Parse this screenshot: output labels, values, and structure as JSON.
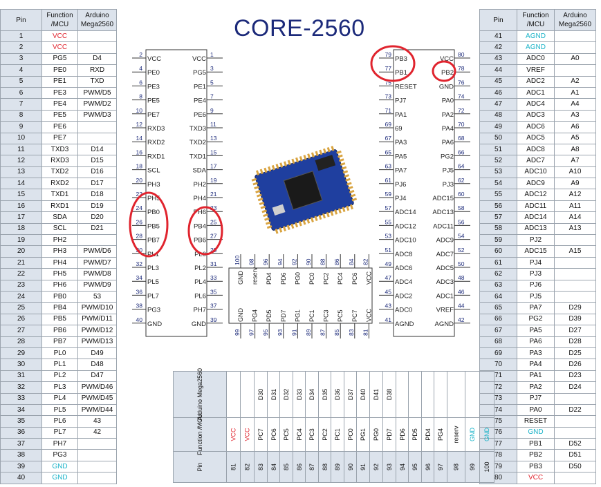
{
  "title": "CORE-2560",
  "colors": {
    "vcc": "#e0242e",
    "gnd": "#19b3c8",
    "title": "#1c2a7a",
    "header": "#dce3ec",
    "circle": "#e0242e",
    "pcb": "#1f3f9f"
  },
  "table_headers": {
    "pin": "Pin",
    "function": "Function /MCU",
    "arduino": "Arduino Mega2560"
  },
  "left_table": [
    [
      "1",
      "VCC",
      ""
    ],
    [
      "2",
      "VCC",
      ""
    ],
    [
      "3",
      "PG5",
      "D4"
    ],
    [
      "4",
      "PE0",
      "RXD"
    ],
    [
      "5",
      "PE1",
      "TXD"
    ],
    [
      "6",
      "PE3",
      "PWM/D5"
    ],
    [
      "7",
      "PE4",
      "PWM/D2"
    ],
    [
      "8",
      "PE5",
      "PWM/D3"
    ],
    [
      "9",
      "PE6",
      ""
    ],
    [
      "10",
      "PE7",
      ""
    ],
    [
      "11",
      "TXD3",
      "D14"
    ],
    [
      "12",
      "RXD3",
      "D15"
    ],
    [
      "13",
      "TXD2",
      "D16"
    ],
    [
      "14",
      "RXD2",
      "D17"
    ],
    [
      "15",
      "TXD1",
      "D18"
    ],
    [
      "16",
      "RXD1",
      "D19"
    ],
    [
      "17",
      "SDA",
      "D20"
    ],
    [
      "18",
      "SCL",
      "D21"
    ],
    [
      "19",
      "PH2",
      ""
    ],
    [
      "20",
      "PH3",
      "PWM/D6"
    ],
    [
      "21",
      "PH4",
      "PWM/D7"
    ],
    [
      "22",
      "PH5",
      "PWM/D8"
    ],
    [
      "23",
      "PH6",
      "PWM/D9"
    ],
    [
      "24",
      "PB0",
      "53"
    ],
    [
      "25",
      "PB4",
      "PWM/D10"
    ],
    [
      "26",
      "PB5",
      "PWM/D11"
    ],
    [
      "27",
      "PB6",
      "PWM/D12"
    ],
    [
      "28",
      "PB7",
      "PWM/D13"
    ],
    [
      "29",
      "PL0",
      "D49"
    ],
    [
      "30",
      "PL1",
      "D48"
    ],
    [
      "31",
      "PL2",
      "D47"
    ],
    [
      "32",
      "PL3",
      "PWM/D46"
    ],
    [
      "33",
      "PL4",
      "PWM/D45"
    ],
    [
      "34",
      "PL5",
      "PWM/D44"
    ],
    [
      "35",
      "PL6",
      "43"
    ],
    [
      "36",
      "PL7",
      "42"
    ],
    [
      "37",
      "PH7",
      ""
    ],
    [
      "38",
      "PG3",
      ""
    ],
    [
      "39",
      "GND",
      ""
    ],
    [
      "40",
      "GND",
      ""
    ]
  ],
  "right_table": [
    [
      "41",
      "AGND",
      ""
    ],
    [
      "42",
      "AGND",
      ""
    ],
    [
      "43",
      "ADC0",
      "A0"
    ],
    [
      "44",
      "VREF",
      ""
    ],
    [
      "45",
      "ADC2",
      "A2"
    ],
    [
      "46",
      "ADC1",
      "A1"
    ],
    [
      "47",
      "ADC4",
      "A4"
    ],
    [
      "48",
      "ADC3",
      "A3"
    ],
    [
      "49",
      "ADC6",
      "A6"
    ],
    [
      "50",
      "ADC5",
      "A5"
    ],
    [
      "51",
      "ADC8",
      "A8"
    ],
    [
      "52",
      "ADC7",
      "A7"
    ],
    [
      "53",
      "ADC10",
      "A10"
    ],
    [
      "54",
      "ADC9",
      "A9"
    ],
    [
      "55",
      "ADC12",
      "A12"
    ],
    [
      "56",
      "ADC11",
      "A11"
    ],
    [
      "57",
      "ADC14",
      "A14"
    ],
    [
      "58",
      "ADC13",
      "A13"
    ],
    [
      "59",
      "PJ2",
      ""
    ],
    [
      "60",
      "ADC15",
      "A15"
    ],
    [
      "61",
      "PJ4",
      ""
    ],
    [
      "62",
      "PJ3",
      ""
    ],
    [
      "63",
      "PJ6",
      ""
    ],
    [
      "64",
      "PJ5",
      ""
    ],
    [
      "65",
      "PA7",
      "D29"
    ],
    [
      "66",
      "PG2",
      "D39"
    ],
    [
      "67",
      "PA5",
      "D27"
    ],
    [
      "68",
      "PA6",
      "D28"
    ],
    [
      "69",
      "PA3",
      "D25"
    ],
    [
      "70",
      "PA4",
      "D26"
    ],
    [
      "71",
      "PA1",
      "D23"
    ],
    [
      "72",
      "PA2",
      "D24"
    ],
    [
      "73",
      "PJ7",
      ""
    ],
    [
      "74",
      "PA0",
      "D22"
    ],
    [
      "75",
      "RESET",
      ""
    ],
    [
      "76",
      "GND",
      ""
    ],
    [
      "77",
      "PB1",
      "D52"
    ],
    [
      "78",
      "PB2",
      "D51"
    ],
    [
      "79",
      "PB3",
      "D50"
    ],
    [
      "80",
      "VCC",
      ""
    ]
  ],
  "left_connector": {
    "outer": [
      [
        "2",
        "VCC"
      ],
      [
        "4",
        "PE0"
      ],
      [
        "6",
        "PE3"
      ],
      [
        "8",
        "PE5"
      ],
      [
        "10",
        "PE7"
      ],
      [
        "12",
        "RXD3"
      ],
      [
        "14",
        "RXD2"
      ],
      [
        "16",
        "RXD1"
      ],
      [
        "18",
        "SCL"
      ],
      [
        "20",
        "PH3"
      ],
      [
        "22",
        "PH5"
      ],
      [
        "24",
        "PB0"
      ],
      [
        "26",
        "PB5"
      ],
      [
        "28",
        "PB7"
      ],
      [
        "30",
        "PL1"
      ],
      [
        "32",
        "PL3"
      ],
      [
        "34",
        "PL5"
      ],
      [
        "36",
        "PL7"
      ],
      [
        "38",
        "PG3"
      ],
      [
        "40",
        "GND"
      ]
    ],
    "inner": [
      [
        "1",
        "VCC"
      ],
      [
        "3",
        "PG5"
      ],
      [
        "5",
        "PE1"
      ],
      [
        "7",
        "PE4"
      ],
      [
        "9",
        "PE6"
      ],
      [
        "11",
        "TXD3"
      ],
      [
        "13",
        "TXD2"
      ],
      [
        "15",
        "TXD1"
      ],
      [
        "17",
        "SDA"
      ],
      [
        "19",
        "PH2"
      ],
      [
        "21",
        "PH4"
      ],
      [
        "23",
        "PH6"
      ],
      [
        "25",
        "PB4"
      ],
      [
        "27",
        "PB6"
      ],
      [
        "29",
        "PL0"
      ],
      [
        "31",
        "PL2"
      ],
      [
        "33",
        "PL4"
      ],
      [
        "35",
        "PL6"
      ],
      [
        "37",
        "PH7"
      ],
      [
        "39",
        "GND"
      ]
    ]
  },
  "right_connector": {
    "inner": [
      [
        "79",
        "PB3"
      ],
      [
        "77",
        "PB1"
      ],
      [
        "75",
        "RESET"
      ],
      [
        "73",
        "PJ7"
      ],
      [
        "71",
        "PA1"
      ],
      [
        "69",
        "69"
      ],
      [
        "67",
        "PA3"
      ],
      [
        "65",
        "PA5"
      ],
      [
        "63",
        "PA7"
      ],
      [
        "61",
        "PJ6"
      ],
      [
        "59",
        "PJ4"
      ],
      [
        "57",
        "ADC14"
      ],
      [
        "55",
        "ADC12"
      ],
      [
        "53",
        "ADC10"
      ],
      [
        "51",
        "ADC8"
      ],
      [
        "49",
        "ADC6"
      ],
      [
        "47",
        "ADC4"
      ],
      [
        "45",
        "ADC2"
      ],
      [
        "43",
        "ADC0"
      ],
      [
        "41",
        "AGND"
      ]
    ],
    "outer": [
      [
        "80",
        "VCC"
      ],
      [
        "78",
        "PB2"
      ],
      [
        "76",
        "GND"
      ],
      [
        "74",
        "PA0"
      ],
      [
        "72",
        "PA2"
      ],
      [
        "70",
        "PA4"
      ],
      [
        "68",
        "PA6"
      ],
      [
        "66",
        "PG2"
      ],
      [
        "64",
        "PJ5"
      ],
      [
        "62",
        "PJ3"
      ],
      [
        "60",
        "ADC15"
      ],
      [
        "58",
        "ADC13"
      ],
      [
        "56",
        "ADC11"
      ],
      [
        "54",
        "ADC9"
      ],
      [
        "52",
        "ADC7"
      ],
      [
        "50",
        "ADC5"
      ],
      [
        "48",
        "ADC3"
      ],
      [
        "46",
        "ADC1"
      ],
      [
        "44",
        "VREF"
      ],
      [
        "42",
        "AGND"
      ]
    ]
  },
  "bottom_connector": {
    "top": [
      [
        "100",
        "GND"
      ],
      [
        "98",
        "reserv"
      ],
      [
        "96",
        "PD4"
      ],
      [
        "94",
        "PD6"
      ],
      [
        "92",
        "PG0"
      ],
      [
        "90",
        "PC0"
      ],
      [
        "88",
        "PC2"
      ],
      [
        "86",
        "PC4"
      ],
      [
        "84",
        "PC6"
      ],
      [
        "82",
        "VCC"
      ]
    ],
    "bottom": [
      [
        "99",
        "GND"
      ],
      [
        "97",
        "PG4"
      ],
      [
        "95",
        "PD5"
      ],
      [
        "93",
        "PD7"
      ],
      [
        "91",
        "PG1"
      ],
      [
        "89",
        "PC1"
      ],
      [
        "87",
        "PC3"
      ],
      [
        "85",
        "PC5"
      ],
      [
        "83",
        "PC7"
      ],
      [
        "81",
        "VCC"
      ]
    ]
  },
  "bottom_table": {
    "row_labels": {
      "arduino": "Arduino Mega2560",
      "function": "Function /MCU",
      "pin": "Pin"
    },
    "columns": [
      [
        "81",
        "VCC",
        ""
      ],
      [
        "82",
        "VCC",
        ""
      ],
      [
        "83",
        "PC7",
        "D30"
      ],
      [
        "84",
        "PC6",
        "D31"
      ],
      [
        "85",
        "PC5",
        "D32"
      ],
      [
        "86",
        "PC4",
        "D33"
      ],
      [
        "87",
        "PC3",
        "D34"
      ],
      [
        "88",
        "PC2",
        "D35"
      ],
      [
        "89",
        "PC1",
        "D36"
      ],
      [
        "90",
        "PC0",
        "D37"
      ],
      [
        "91",
        "PG1",
        "D40"
      ],
      [
        "92",
        "PG0",
        "D41"
      ],
      [
        "93",
        "PD7",
        "D38"
      ],
      [
        "94",
        "PD6",
        ""
      ],
      [
        "95",
        "PD5",
        ""
      ],
      [
        "96",
        "PD4",
        ""
      ],
      [
        "97",
        "PG4",
        ""
      ],
      [
        "98",
        "reserv",
        ""
      ],
      [
        "99",
        "GND",
        ""
      ],
      [
        "100",
        "GND",
        ""
      ]
    ]
  },
  "highlighted_pins": [
    "PB0",
    "PB5",
    "PB7",
    "PB4",
    "PB6",
    "PB3",
    "PB1",
    "PB2"
  ]
}
